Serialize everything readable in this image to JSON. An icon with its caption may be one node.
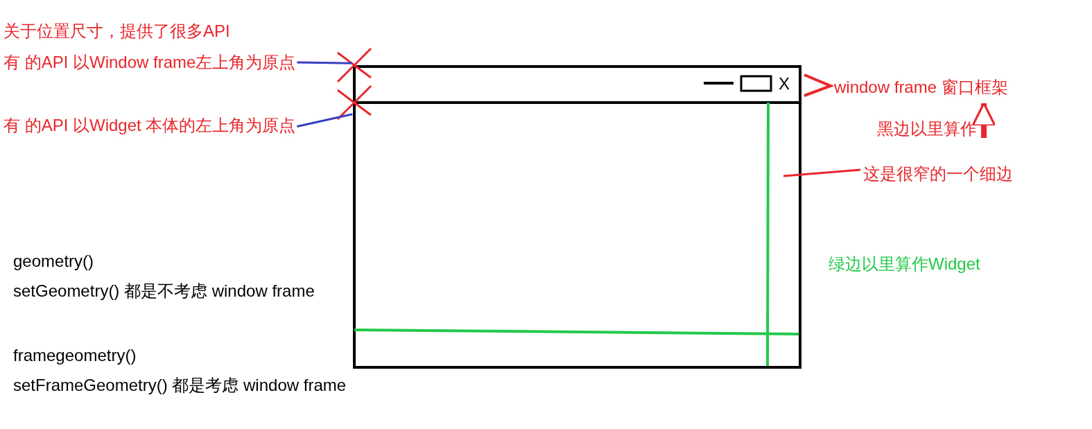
{
  "diagram": {
    "title": "关于位置尺寸，提供了很多API",
    "nodes": [
      {
        "text": [
          "有 的API 以Window frame左上角为原点"
        ]
      },
      {
        "text": [],
        "shape": "cross"
      },
      {
        "text": [
          "有 的API 以Widget 本体的左上角为原点"
        ]
      },
      {
        "text": [],
        "shape": "cross"
      },
      {
        "text": [
          "window frame 窗口框架"
        ]
      },
      {
        "text": [
          "黑边以里算作"
        ]
      },
      {
        "text": [
          "这是很窄的一个细边"
        ]
      }
    ],
    "edges": [
      {
        "from": 0,
        "to": 1,
        "arrow": "none",
        "color": "#3a3fc2"
      },
      {
        "from": 2,
        "to": 3,
        "arrow": "none",
        "color": "#3a3fc2"
      },
      {
        "from": 5,
        "to": 4,
        "arrow": "to",
        "style": "thick",
        "color": "#e8262b"
      },
      {
        "from": 6,
        "to": null,
        "arrow": "none",
        "color": "#e8262b"
      }
    ],
    "labels": [
      "X",
      "绿边以里算作Widget",
      "geometry()",
      "setGeometry()  都是不考虑 window frame",
      "framegeometry()",
      "setFrameGeometry()  都是考虑 window frame"
    ]
  }
}
